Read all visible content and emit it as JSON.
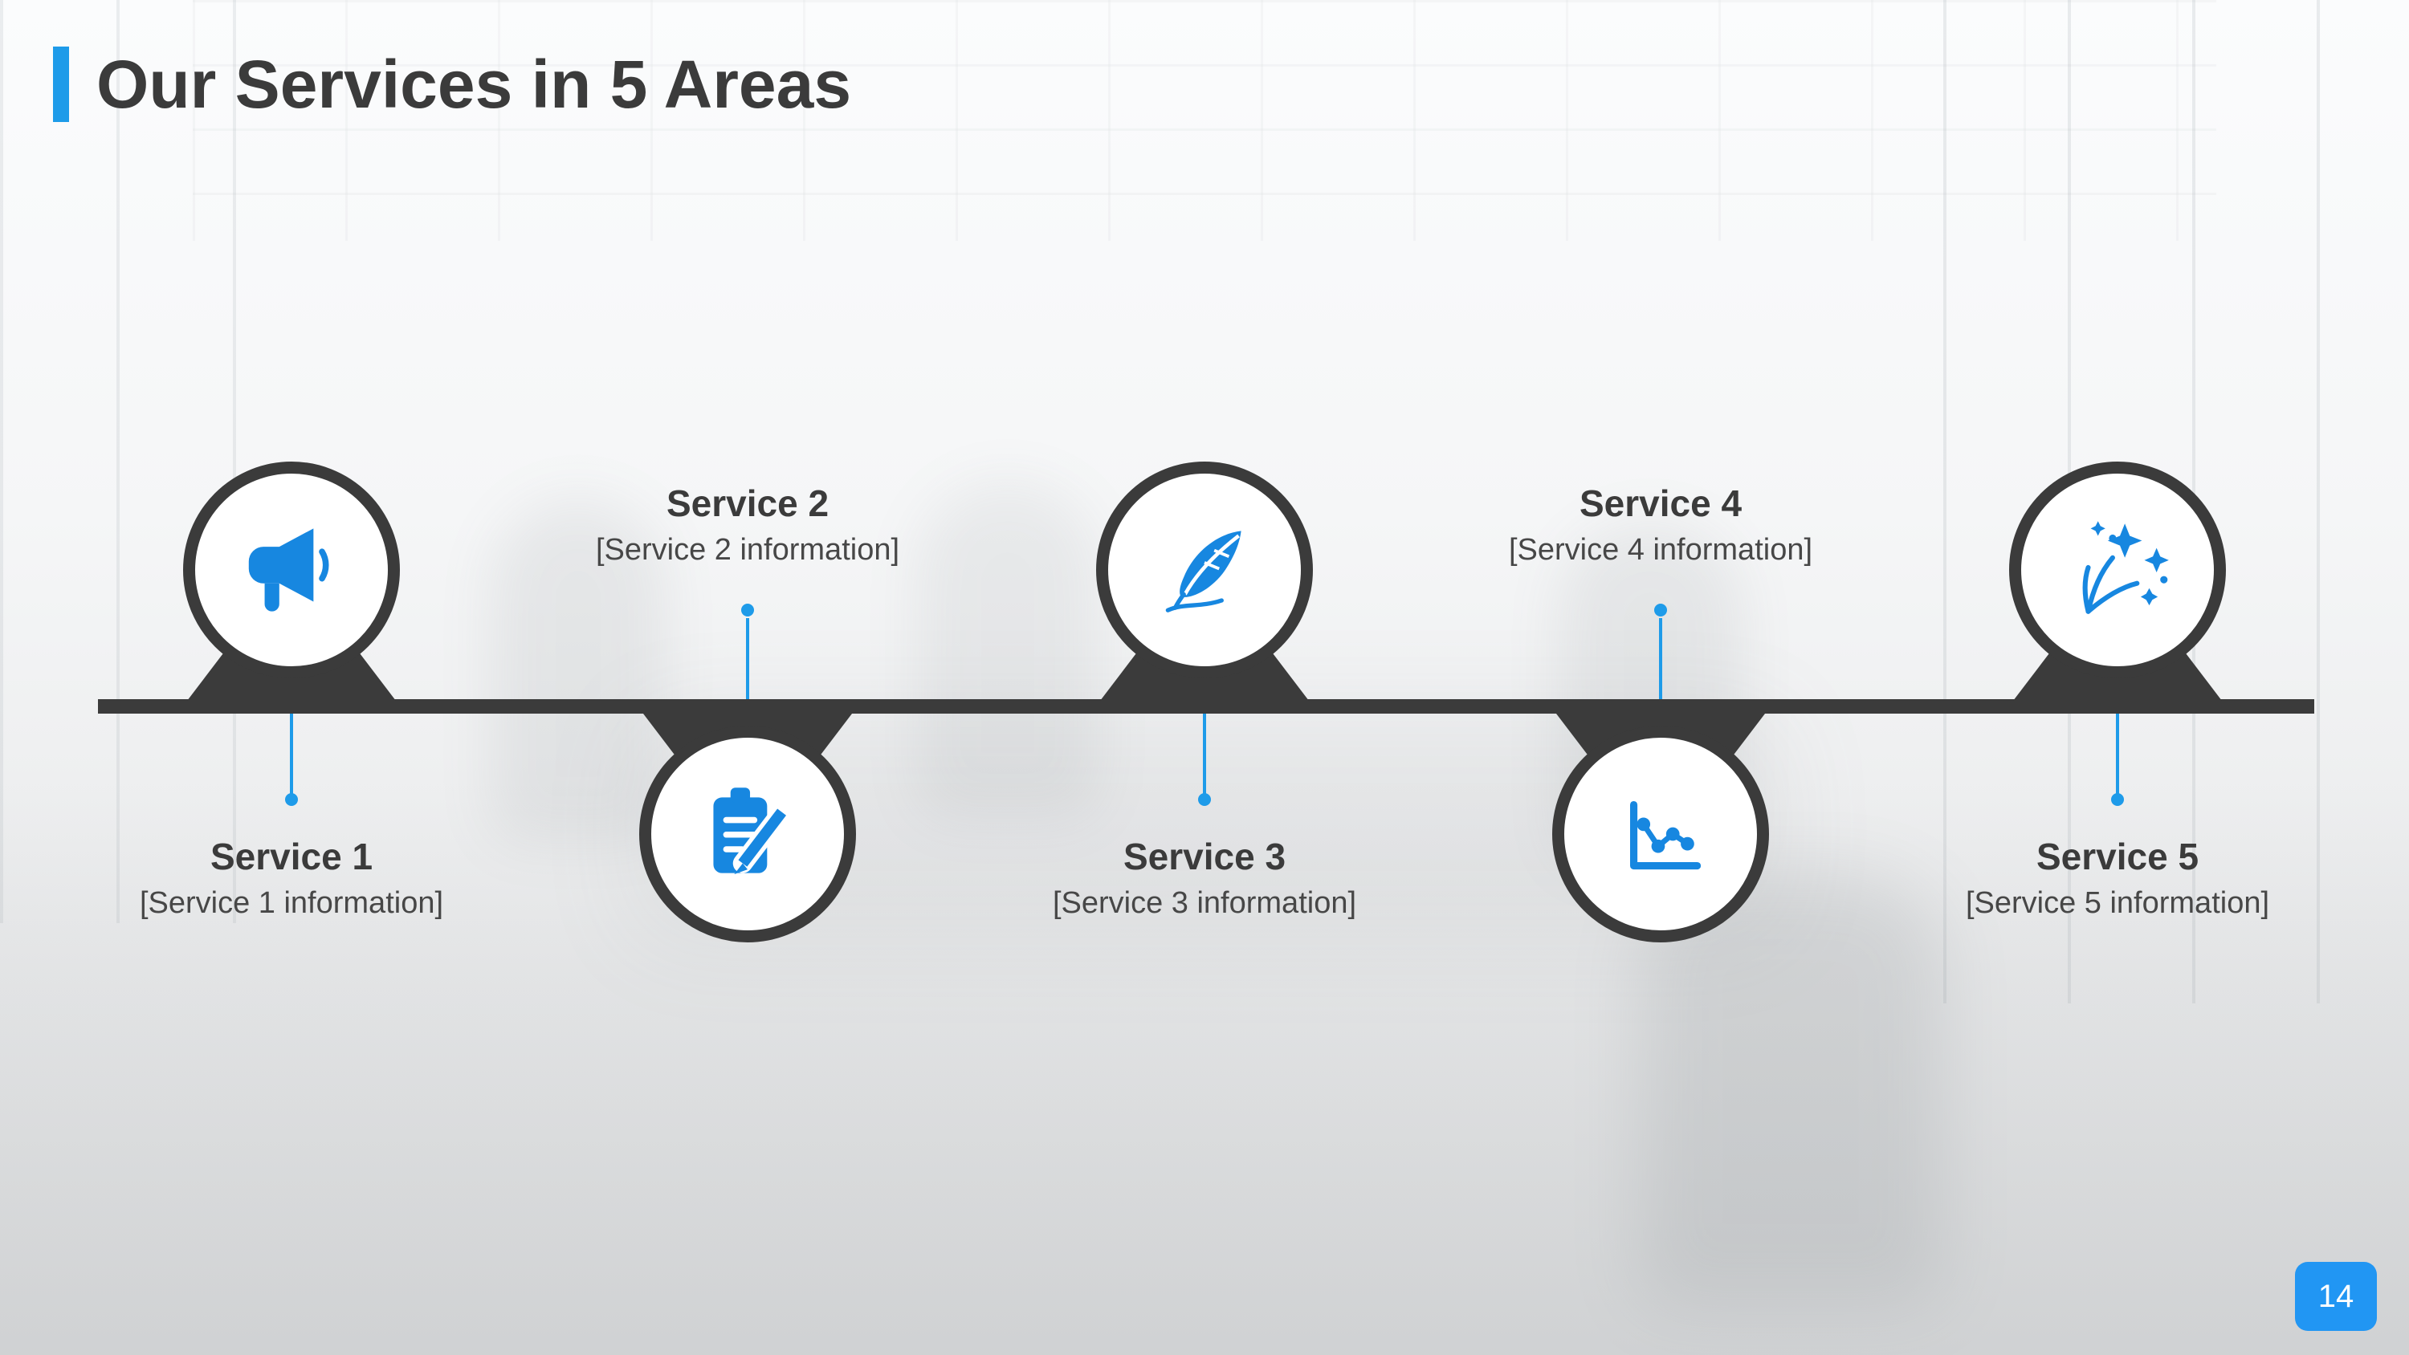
{
  "slide": {
    "title": "Our Services in 5 Areas",
    "page_number": "14"
  },
  "colors": {
    "accent_blue": "#1E9BE9",
    "icon_blue": "#1787E0",
    "badge_blue": "#2196F3",
    "dark_gray": "#3B3B3B"
  },
  "services": [
    {
      "name": "Service 1",
      "info": "[Service 1 information]",
      "icon": "megaphone-icon",
      "circle_position": "above-line"
    },
    {
      "name": "Service 2",
      "info": "[Service 2 information]",
      "icon": "clipboard-pencil-icon",
      "circle_position": "below-line"
    },
    {
      "name": "Service 3",
      "info": "[Service 3 information]",
      "icon": "quill-pen-icon",
      "circle_position": "above-line"
    },
    {
      "name": "Service 4",
      "info": "[Service 4 information]",
      "icon": "line-chart-icon",
      "circle_position": "below-line"
    },
    {
      "name": "Service 5",
      "info": "[Service 5 information]",
      "icon": "fireworks-icon",
      "circle_position": "above-line"
    }
  ]
}
